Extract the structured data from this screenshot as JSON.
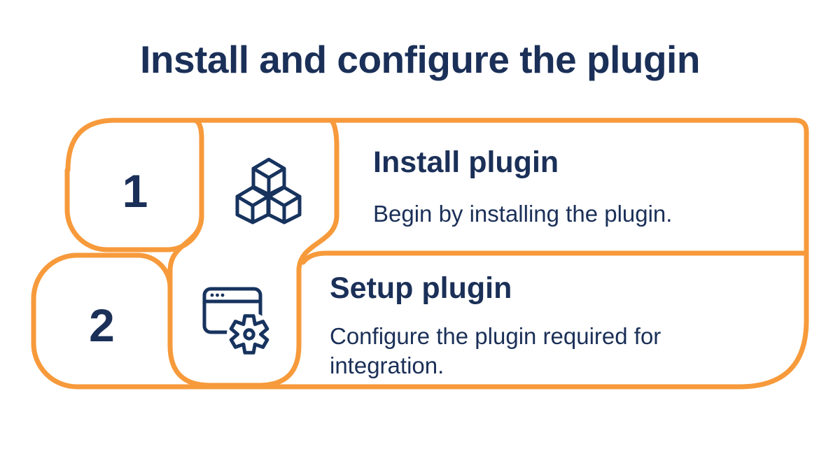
{
  "title": "Install and configure the plugin",
  "colors": {
    "accent_orange": "#F79A3B",
    "navy_text": "#1B3058",
    "icon_navy": "#17335E",
    "background": "#FFFFFF"
  },
  "steps": [
    {
      "number": "1",
      "title": "Install plugin",
      "description": "Begin by installing the plugin.",
      "icon": "cubes"
    },
    {
      "number": "2",
      "title": "Setup plugin",
      "description": "Configure the plugin required for integration.",
      "icon": "browser-gear"
    }
  ]
}
